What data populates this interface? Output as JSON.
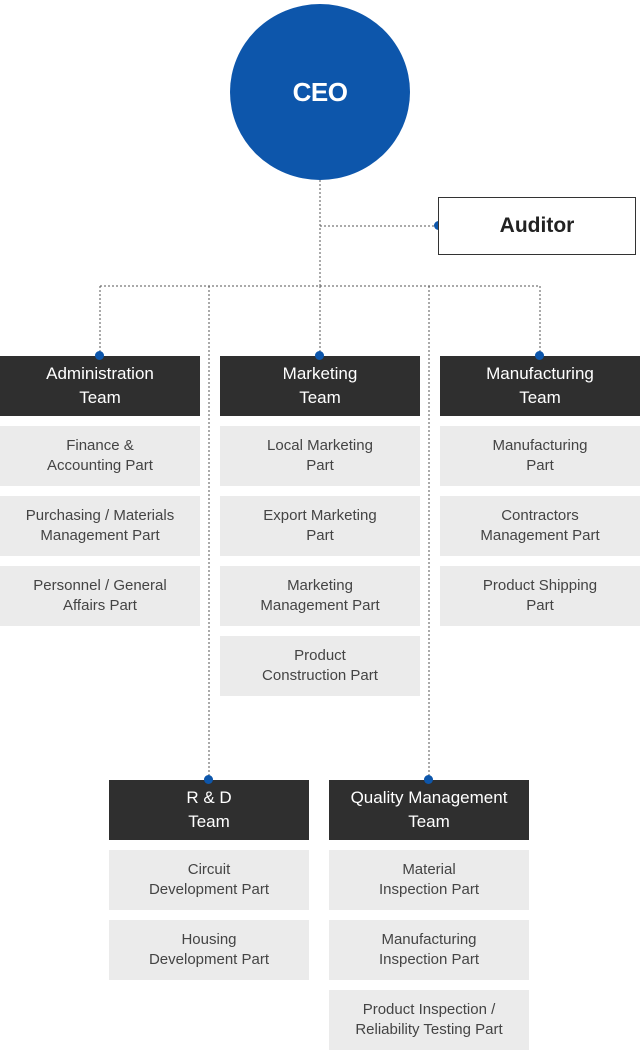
{
  "ceo": {
    "label": "CEO"
  },
  "auditor": {
    "label": "Auditor"
  },
  "colors": {
    "accent": "#0d56ab",
    "team_bg": "#2f2f2f",
    "part_bg": "#ebebeb",
    "connector": "#555555"
  },
  "teams": [
    {
      "name": "Administration\nTeam",
      "parts": [
        "Finance &\nAccounting Part",
        "Purchasing / Materials\nManagement Part",
        "Personnel / General\nAffairs Part"
      ]
    },
    {
      "name": "Marketing\nTeam",
      "parts": [
        "Local Marketing\nPart",
        "Export Marketing\nPart",
        "Marketing\nManagement Part",
        "Product\nConstruction Part"
      ]
    },
    {
      "name": "Manufacturing\nTeam",
      "parts": [
        "Manufacturing\nPart",
        "Contractors\nManagement Part",
        "Product Shipping\nPart"
      ]
    },
    {
      "name": "R & D\nTeam",
      "parts": [
        "Circuit\nDevelopment Part",
        "Housing\nDevelopment Part"
      ]
    },
    {
      "name": "Quality Management\nTeam",
      "parts": [
        "Material\nInspection Part",
        "Manufacturing\nInspection Part",
        "Product Inspection /\nReliability Testing Part"
      ]
    }
  ]
}
